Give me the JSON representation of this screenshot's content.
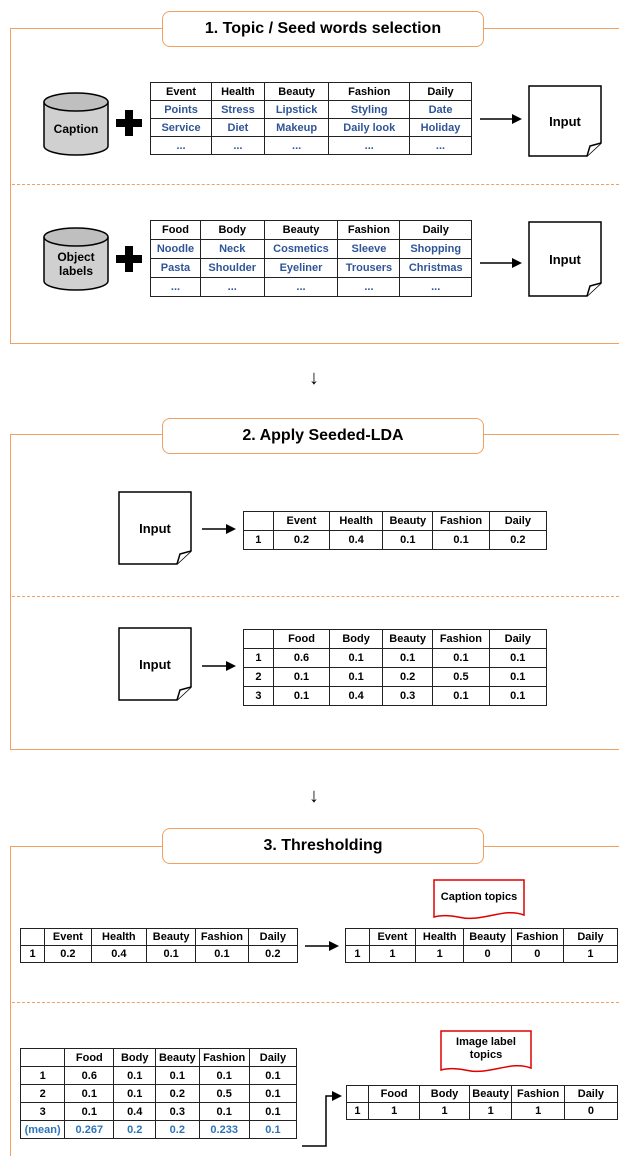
{
  "step1": {
    "title": "1. Topic / Seed words selection",
    "caption_source": "Caption",
    "object_source": "Object labels",
    "input_label": "Input",
    "caption_table": {
      "headers": [
        "Event",
        "Health",
        "Beauty",
        "Fashion",
        "Daily"
      ],
      "rows": [
        [
          "Points",
          "Stress",
          "Lipstick",
          "Styling",
          "Date"
        ],
        [
          "Service",
          "Diet",
          "Makeup",
          "Daily look",
          "Holiday"
        ],
        [
          "...",
          "...",
          "...",
          "...",
          "..."
        ]
      ]
    },
    "object_table": {
      "headers": [
        "Food",
        "Body",
        "Beauty",
        "Fashion",
        "Daily"
      ],
      "rows": [
        [
          "Noodle",
          "Neck",
          "Cosmetics",
          "Sleeve",
          "Shopping"
        ],
        [
          "Pasta",
          "Shoulder",
          "Eyeliner",
          "Trousers",
          "Christmas"
        ],
        [
          "...",
          "...",
          "...",
          "...",
          "..."
        ]
      ]
    }
  },
  "step2": {
    "title": "2. Apply Seeded-LDA",
    "input_label": "Input",
    "caption_table": {
      "headers": [
        "",
        "Event",
        "Health",
        "Beauty",
        "Fashion",
        "Daily"
      ],
      "rows": [
        [
          "1",
          "0.2",
          "0.4",
          "0.1",
          "0.1",
          "0.2"
        ]
      ]
    },
    "object_table": {
      "headers": [
        "",
        "Food",
        "Body",
        "Beauty",
        "Fashion",
        "Daily"
      ],
      "rows": [
        [
          "1",
          "0.6",
          "0.1",
          "0.1",
          "0.1",
          "0.1"
        ],
        [
          "2",
          "0.1",
          "0.1",
          "0.2",
          "0.5",
          "0.1"
        ],
        [
          "3",
          "0.1",
          "0.4",
          "0.3",
          "0.1",
          "0.1"
        ]
      ]
    }
  },
  "step3": {
    "title": "3. Thresholding",
    "caption_flag": "Caption topics",
    "image_flag": "Image label topics",
    "caption_in": {
      "headers": [
        "",
        "Event",
        "Health",
        "Beauty",
        "Fashion",
        "Daily"
      ],
      "rows": [
        [
          "1",
          "0.2",
          "0.4",
          "0.1",
          "0.1",
          "0.2"
        ]
      ]
    },
    "caption_out": {
      "headers": [
        "",
        "Event",
        "Health",
        "Beauty",
        "Fashion",
        "Daily"
      ],
      "rows": [
        [
          "1",
          "1",
          "1",
          "0",
          "0",
          "1"
        ]
      ]
    },
    "object_in": {
      "headers": [
        "",
        "Food",
        "Body",
        "Beauty",
        "Fashion",
        "Daily"
      ],
      "rows": [
        [
          "1",
          "0.6",
          "0.1",
          "0.1",
          "0.1",
          "0.1"
        ],
        [
          "2",
          "0.1",
          "0.1",
          "0.2",
          "0.5",
          "0.1"
        ],
        [
          "3",
          "0.1",
          "0.4",
          "0.3",
          "0.1",
          "0.1"
        ]
      ],
      "mean_row": [
        "(mean)",
        "0.267",
        "0.2",
        "0.2",
        "0.233",
        "0.1"
      ]
    },
    "object_out": {
      "headers": [
        "",
        "Food",
        "Body",
        "Beauty",
        "Fashion",
        "Daily"
      ],
      "rows": [
        [
          "1",
          "1",
          "1",
          "1",
          "1",
          "0"
        ]
      ]
    }
  },
  "colors": {
    "frame": "#f0a060",
    "seed_text": "#2f5597",
    "mean_text": "#2e75b6",
    "flag_border": "#e00000"
  },
  "icons": {
    "plus": "plus-icon",
    "document": "document-icon",
    "database": "database-cylinder-icon",
    "arrow": "arrow-right-icon",
    "down_arrow": "arrow-down-icon"
  }
}
